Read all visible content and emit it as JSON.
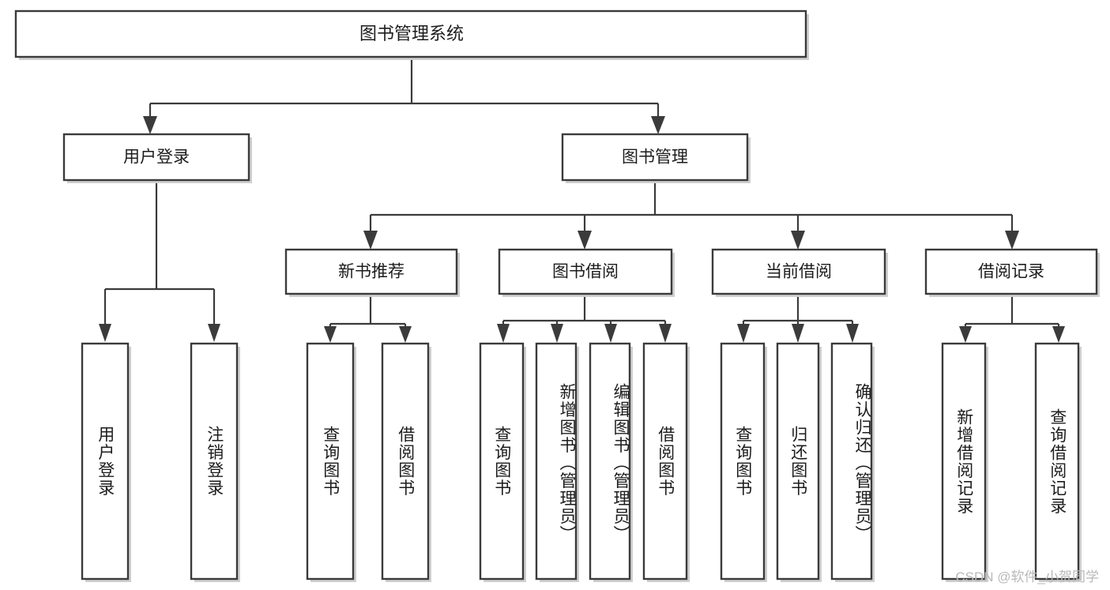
{
  "diagram": {
    "title": "图书管理系统",
    "type": "tree-hierarchy-diagram",
    "root": {
      "id": "root",
      "label": "图书管理系统",
      "orientation": "horizontal"
    },
    "level2": [
      {
        "id": "user-login",
        "label": "用户登录",
        "orientation": "horizontal"
      },
      {
        "id": "book-manage",
        "label": "图书管理",
        "orientation": "horizontal"
      }
    ],
    "level3": [
      {
        "id": "new-book-recommend",
        "label": "新书推荐",
        "orientation": "horizontal",
        "parent": "book-manage"
      },
      {
        "id": "book-borrow",
        "label": "图书借阅",
        "orientation": "horizontal",
        "parent": "book-manage"
      },
      {
        "id": "current-borrow",
        "label": "当前借阅",
        "orientation": "horizontal",
        "parent": "book-manage"
      },
      {
        "id": "borrow-record",
        "label": "借阅记录",
        "orientation": "horizontal",
        "parent": "book-manage"
      }
    ],
    "leaves": [
      {
        "id": "leaf-user-login",
        "label": "用户登录",
        "parent": "user-login",
        "orientation": "vertical"
      },
      {
        "id": "leaf-logout-login",
        "label": "注销登录",
        "parent": "user-login",
        "orientation": "vertical"
      },
      {
        "id": "leaf-query-book-1",
        "label": "查询图书",
        "parent": "new-book-recommend",
        "orientation": "vertical"
      },
      {
        "id": "leaf-borrow-book-1",
        "label": "借阅图书",
        "parent": "new-book-recommend",
        "orientation": "vertical"
      },
      {
        "id": "leaf-query-book-2",
        "label": "查询图书",
        "parent": "book-borrow",
        "orientation": "vertical"
      },
      {
        "id": "leaf-add-book",
        "label": "新增图书（管理员）",
        "parent": "book-borrow",
        "orientation": "vertical"
      },
      {
        "id": "leaf-edit-book",
        "label": "编辑图书（管理员）",
        "parent": "book-borrow",
        "orientation": "vertical"
      },
      {
        "id": "leaf-borrow-book-2",
        "label": "借阅图书",
        "parent": "book-borrow",
        "orientation": "vertical"
      },
      {
        "id": "leaf-query-book-3",
        "label": "查询图书",
        "parent": "current-borrow",
        "orientation": "vertical"
      },
      {
        "id": "leaf-return-book",
        "label": "归还图书",
        "parent": "current-borrow",
        "orientation": "vertical"
      },
      {
        "id": "leaf-confirm-return",
        "label": "确认归还（管理员）",
        "parent": "current-borrow",
        "orientation": "vertical"
      },
      {
        "id": "leaf-add-record",
        "label": "新增借阅记录",
        "parent": "borrow-record",
        "orientation": "vertical"
      },
      {
        "id": "leaf-query-record",
        "label": "查询借阅记录",
        "parent": "borrow-record",
        "orientation": "vertical"
      }
    ],
    "watermark": "CSDN @软件_小贺同学",
    "colors": {
      "stroke": "#3b3b3b",
      "fill": "#ffffff",
      "text": "#1c1c1c",
      "shadow": "#cfcfcf",
      "watermark": "#b9b9b9",
      "background": "#ffffff"
    }
  }
}
